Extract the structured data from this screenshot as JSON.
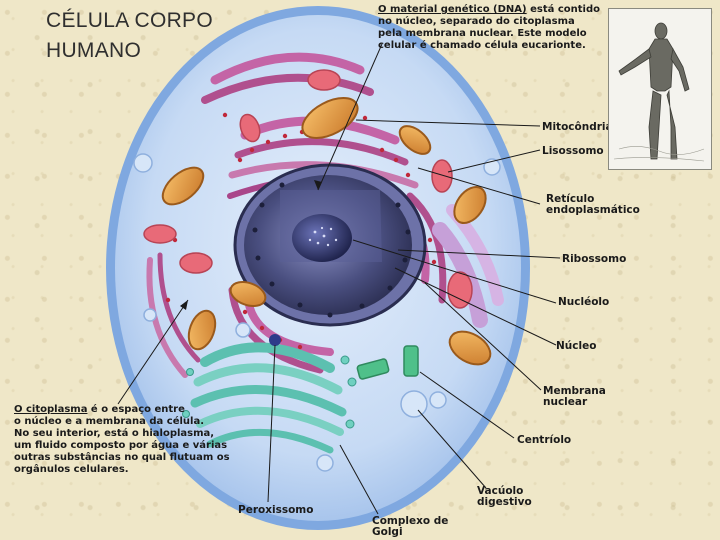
{
  "title": {
    "line1": "CÉLULA CORPO",
    "line2": "HUMANO"
  },
  "dna_note": {
    "line1_bold": "O material genético (DNA)",
    "line1_rest": " está contido",
    "line2": "no núcleo, separado do citoplasma",
    "line3": "pela membrana nuclear. Este modelo",
    "line4": "celular é chamado célula eucarionte."
  },
  "cytoplasm_note": {
    "line1_bold": "O citoplasma",
    "line1_rest": " é o espaço entre",
    "line2": "o núcleo e a membrana da célula.",
    "line3": "No seu interior, está o hialoplasma,",
    "line4": "um fluido composto por água e várias",
    "line5": "outras substâncias no qual flutuam os",
    "line6": "orgânulos celulares."
  },
  "labels": {
    "mitocondria": "Mitocôndria",
    "lisossomo": "Lisossomo",
    "reticulo_1": "Retículo",
    "reticulo_2": "endoplasmático",
    "ribossomo": "Ribossomo",
    "nucleolo": "Nucléolo",
    "nucleo": "Núcleo",
    "membrana_1": "Membrana",
    "membrana_2": "nuclear",
    "centriolo": "Centríolo",
    "vacuolo_1": "Vacúolo",
    "vacuolo_2": "digestivo",
    "peroxissomo": "Peroxissomo",
    "golgi_1": "Complexo de",
    "golgi_2": "Golgi"
  },
  "colors": {
    "background": "#efe7c8",
    "cell_membrane": "#7fa8e0",
    "cytoplasm": "#c6daf4",
    "nucleus": "#3c4068",
    "reticulum": "#b0508e",
    "mitochondria": "#e09a3a",
    "golgi": "#5cc0b0",
    "lysosome": "#e86a78"
  }
}
